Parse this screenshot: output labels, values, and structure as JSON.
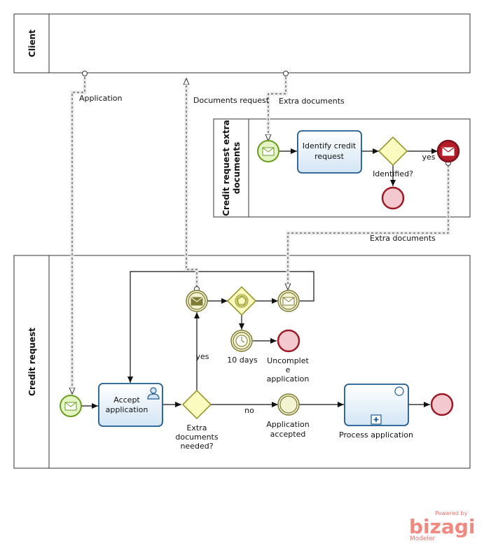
{
  "pools": {
    "client": "Client",
    "extra": [
      "Credit request extra",
      "documents"
    ],
    "credit": "Credit request"
  },
  "tasks": {
    "identify": [
      "Identify credit",
      "request"
    ],
    "accept": [
      "Accept",
      "application"
    ],
    "process": "Process application"
  },
  "labels": {
    "application": "Application",
    "documents_request": "Documents request",
    "extra_documents_top": "Extra documents",
    "extra_documents_mid": "Extra documents",
    "identified": "Identified?",
    "yes_identified": "yes",
    "yes_extra": "yes",
    "no": "no",
    "ten_days": "10 days",
    "uncomplete": [
      "Uncomplet",
      "e",
      "application"
    ],
    "extra_docs_needed": [
      "Extra",
      "documents",
      "needed?"
    ],
    "application_accepted": [
      "Application",
      "accepted"
    ]
  },
  "brand": {
    "powered": "Powered by",
    "name": "bizagi",
    "product": "Modeler"
  },
  "colors": {
    "start_fill": "#e4f4c4",
    "start_stroke": "#6a9d1f",
    "end_fill": "#f3c9cf",
    "end_stroke": "#9b1a26",
    "gateway_fill": "#fbfbc0",
    "gateway_stroke": "#8e8e1c",
    "intermediate_fill": "#f3f3d2",
    "intermediate_stroke": "#7d7b34",
    "task_stroke": "#1f5a8f",
    "brand": "#f08a80"
  }
}
